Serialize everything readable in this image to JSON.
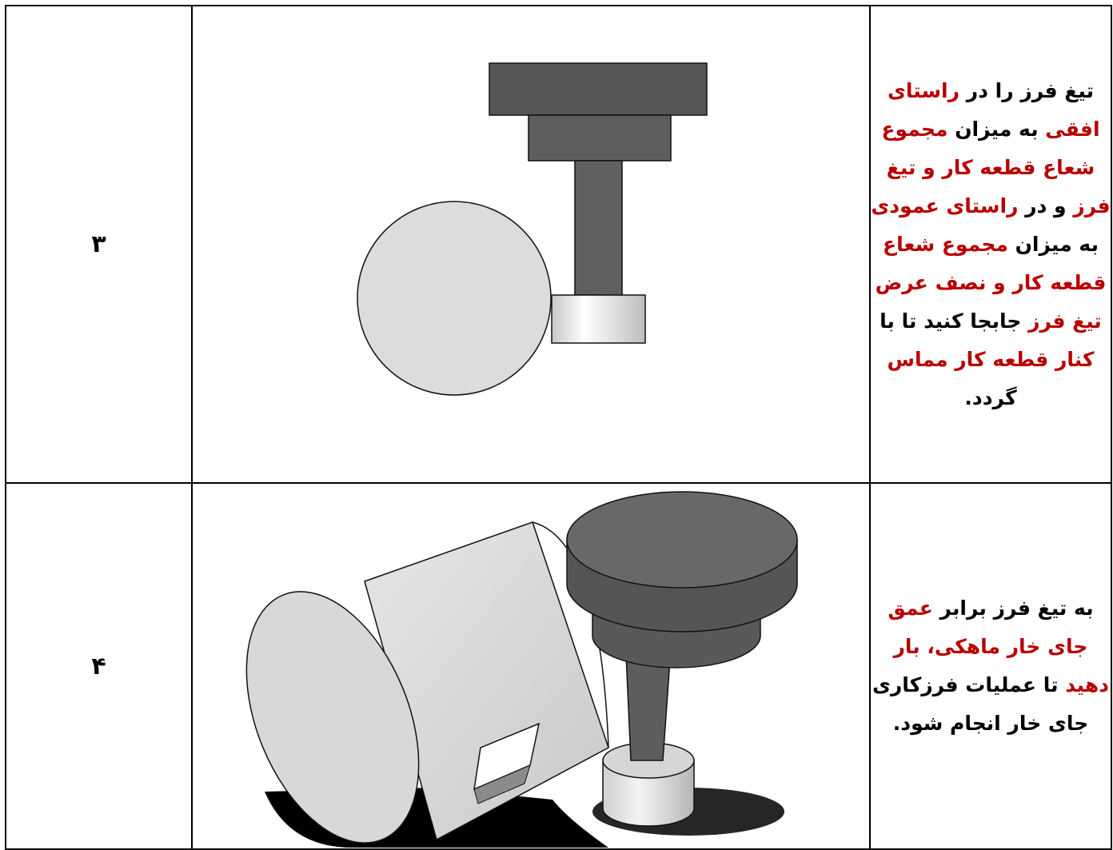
{
  "colors": {
    "highlight": "#b80000",
    "text": "#000000",
    "dark_part": "#555555",
    "light_part": "#dcdcdc"
  },
  "rows": [
    {
      "number": "۳",
      "description": [
        {
          "t": "تیغ فرز را در ",
          "h": false
        },
        {
          "t": "راستای افقی",
          "h": true
        },
        {
          "t": " به میزان ",
          "h": false
        },
        {
          "t": "مجموع شعاع قطعه کار و تیغ فرز",
          "h": true
        },
        {
          "t": " و در ",
          "h": false
        },
        {
          "t": "راستای عمودی",
          "h": true
        },
        {
          "t": " به میزان ",
          "h": false
        },
        {
          "t": "مجموع شعاع قطعه کار و نصف عرض تیغ فرز",
          "h": true
        },
        {
          "t": " جابجا کنید  تا با ",
          "h": false
        },
        {
          "t": "کنار قطعه کار مماس",
          "h": true
        },
        {
          "t": " گردد.",
          "h": false
        }
      ]
    },
    {
      "number": "۴",
      "description": [
        {
          "t": "به تیغ فرز برابر ",
          "h": false
        },
        {
          "t": "عمق جای خار ماهکی، بار دهید",
          "h": true
        },
        {
          "t": " تا عملیات فرزکاری جای خار انجام شود.",
          "h": false
        }
      ]
    }
  ]
}
